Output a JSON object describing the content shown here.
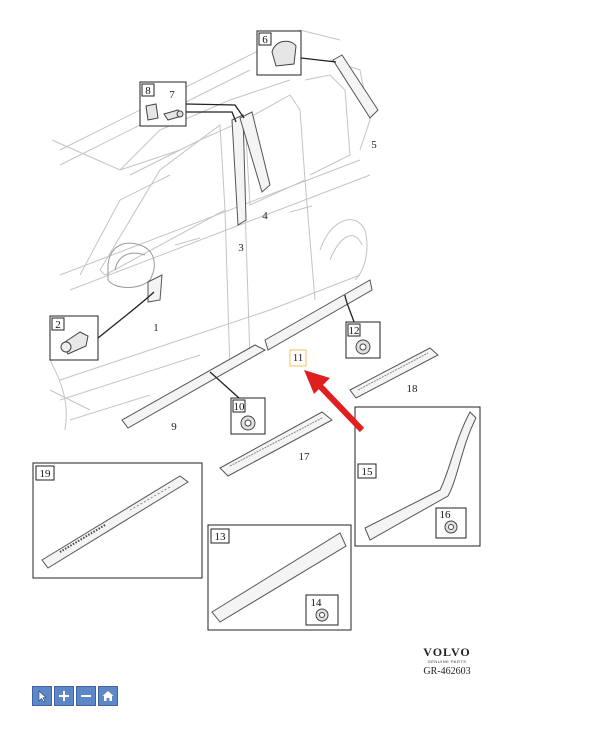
{
  "diagram": {
    "part_numbers": {
      "p1": "1",
      "p2": "2",
      "p3": "3",
      "p4": "4",
      "p5": "5",
      "p6": "6",
      "p7": "7",
      "p8": "8",
      "p9": "9",
      "p10": "10",
      "p11": "11",
      "p12": "12",
      "p13": "13",
      "p14": "14",
      "p15": "15",
      "p16": "16",
      "p17": "17",
      "p18": "18",
      "p19": "19"
    },
    "highlight_color": "#f0c060",
    "arrow_color": "#e02020"
  },
  "brand": {
    "logo": "VOLVO",
    "tagline": "GENUINE PARTS",
    "diagram_code": "GR-462603"
  },
  "toolbar": {
    "buttons": [
      {
        "icon": "cursor-icon"
      },
      {
        "icon": "zoom-in-icon"
      },
      {
        "icon": "zoom-out-icon"
      },
      {
        "icon": "home-icon"
      }
    ]
  }
}
